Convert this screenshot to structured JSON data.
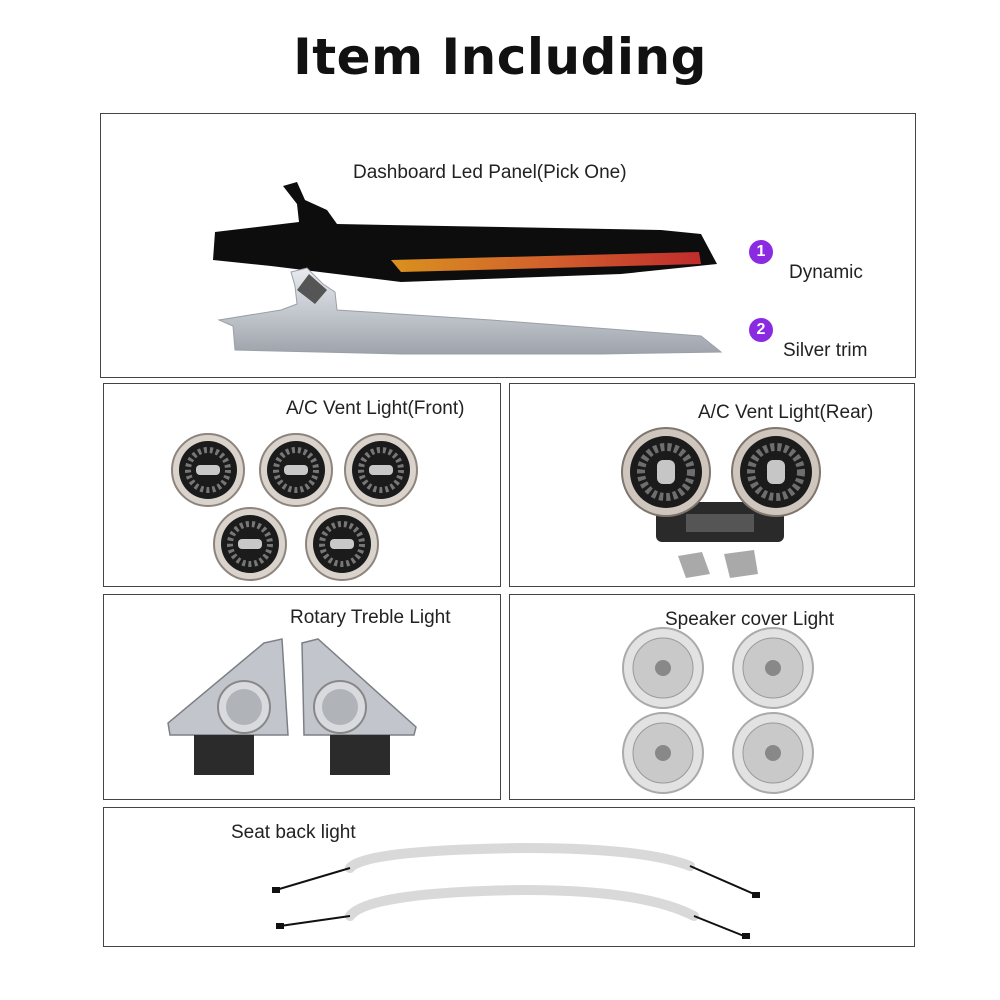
{
  "title": "Item Including",
  "panel": {
    "heading": "Dashboard Led Panel(Pick One)",
    "options": [
      {
        "number": "1",
        "label": "Dynamic"
      },
      {
        "number": "2",
        "label": "Silver trim"
      }
    ]
  },
  "vent_front": {
    "label": "A/C Vent Light(Front)"
  },
  "vent_rear": {
    "label": "A/C Vent Light(Rear)"
  },
  "treble": {
    "label": "Rotary Treble Light"
  },
  "speaker": {
    "label": "Speaker cover Light"
  },
  "seat": {
    "label": "Seat back light"
  },
  "colors": {
    "badge": "#8a2be2",
    "border": "#444444"
  }
}
